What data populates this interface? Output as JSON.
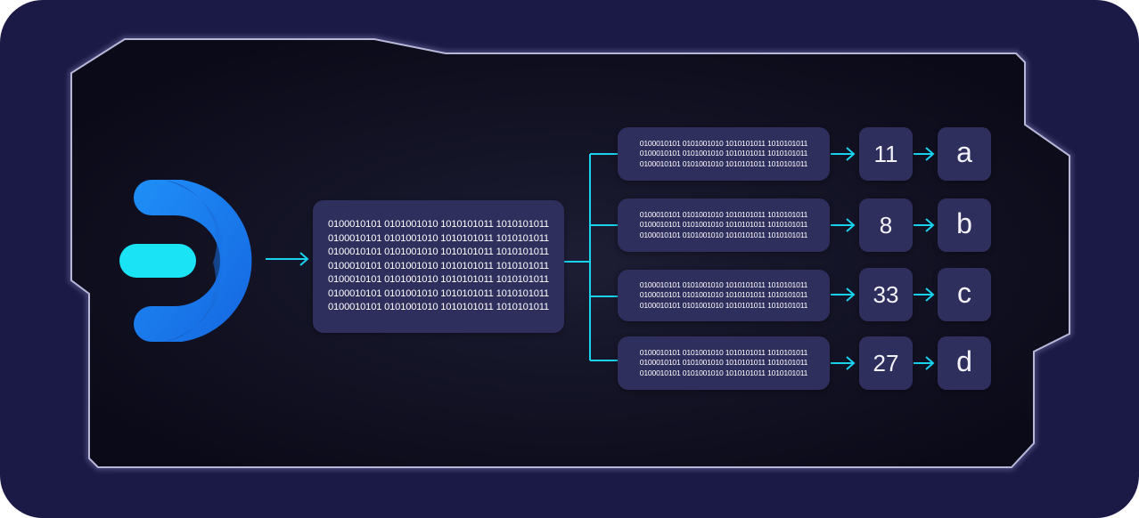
{
  "colors": {
    "background": "#1b1a46",
    "panel": "#0c0c1c",
    "panel_border": "#b7b8d8",
    "box": "#2f2f5e",
    "connector": "#19d3ee",
    "logo_blue": "#1d8cf5",
    "logo_cyan": "#19e3f5"
  },
  "logo": {
    "icon": "d-logo-icon"
  },
  "source_block": {
    "lines": [
      "0100010101 0101001010 1010101011 1010101011",
      "0100010101 0101001010 1010101011 1010101011",
      "0100010101 0101001010 1010101011 1010101011",
      "0100010101 0101001010 1010101011 1010101011",
      "0100010101 0101001010 1010101011 1010101011",
      "0100010101 0101001010 1010101011 1010101011",
      "0100010101 0101001010 1010101011 1010101011"
    ]
  },
  "rows": [
    {
      "lines": [
        "0100010101 0101001010 1010101011 1010101011",
        "0100010101 0101001010 1010101011 1010101011",
        "0100010101 0101001010 1010101011 1010101011"
      ],
      "number": "11",
      "letter": "a"
    },
    {
      "lines": [
        "0100010101 0101001010 1010101011 1010101011",
        "0100010101 0101001010 1010101011 1010101011",
        "0100010101 0101001010 1010101011 1010101011"
      ],
      "number": "8",
      "letter": "b"
    },
    {
      "lines": [
        "0100010101 0101001010 1010101011 1010101011",
        "0100010101 0101001010 1010101011 1010101011",
        "0100010101 0101001010 1010101011 1010101011"
      ],
      "number": "33",
      "letter": "c"
    },
    {
      "lines": [
        "0100010101 0101001010 1010101011 1010101011",
        "0100010101 0101001010 1010101011 1010101011",
        "0100010101 0101001010 1010101011 1010101011"
      ],
      "number": "27",
      "letter": "d"
    }
  ]
}
